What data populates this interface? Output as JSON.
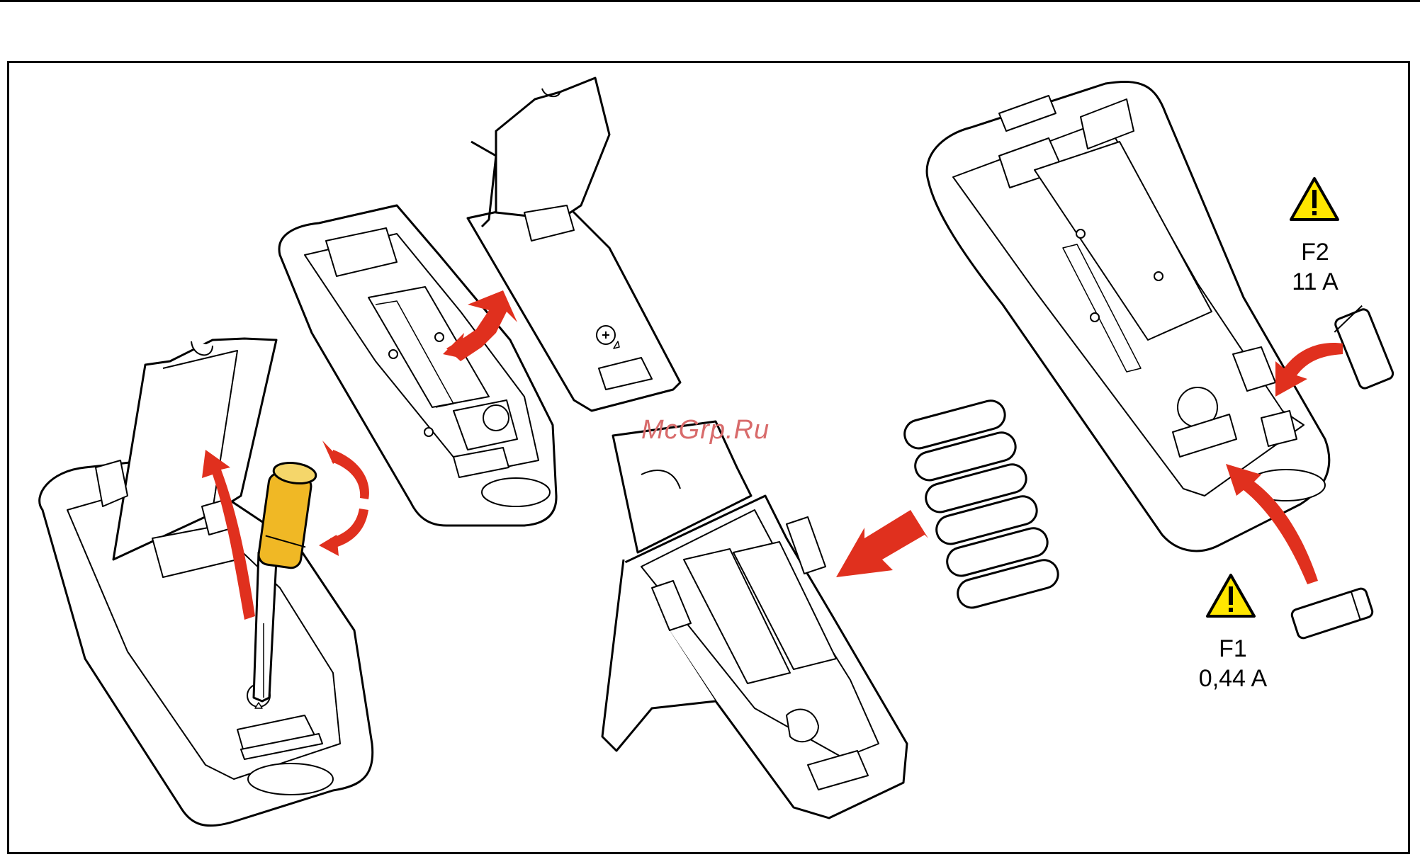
{
  "watermark": "McGrp.Ru",
  "fuses": {
    "f2": {
      "name": "F2",
      "rating": "11 A"
    },
    "f1": {
      "name": "F1",
      "rating": "0,44 A"
    }
  },
  "colors": {
    "arrow": "#e0301e",
    "handle": "#f0b825",
    "warning": "#ffe600",
    "line": "#000000"
  }
}
